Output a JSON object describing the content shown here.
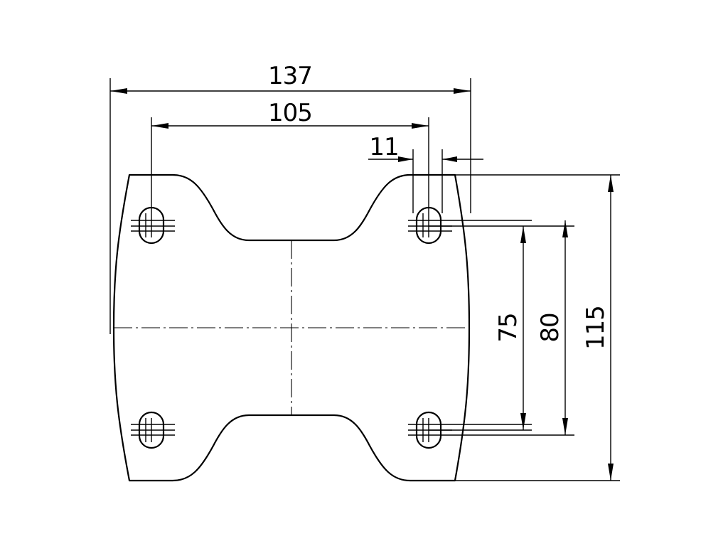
{
  "drawing": {
    "dimensions": {
      "overall_width": "137",
      "hole_spacing_width": "105",
      "slot_length": "11",
      "hole_spacing_height_min": "75",
      "hole_spacing_height_max": "80",
      "overall_height": "115"
    }
  }
}
